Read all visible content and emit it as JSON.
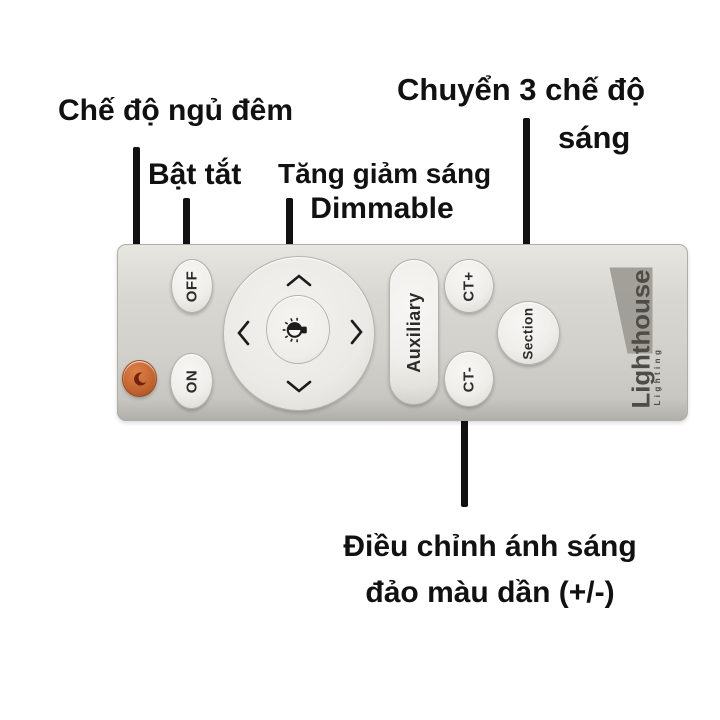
{
  "labels": {
    "sleep": "Chế độ ngủ đêm",
    "power": "Bật tắt",
    "dim_line1": "Tăng giảm sáng",
    "dim_line2": "Dimmable",
    "modes_line1": "Chuyển 3 chế độ",
    "modes_line2": "sáng",
    "ct_line1": "Điều chỉnh ánh sáng",
    "ct_line2": "đảo màu dần (+/-)"
  },
  "remote": {
    "buttons": {
      "off": "OFF",
      "on": "ON",
      "auxiliary": "Auxiliary",
      "ct_plus": "CT+",
      "ct_minus": "CT-",
      "section": "Section"
    },
    "icons": {
      "sleep": "crescent-moon",
      "center": "light-bulb",
      "dpad_up": "chevron-up",
      "dpad_down": "chevron-down",
      "dpad_left": "chevron-left",
      "dpad_right": "chevron-right"
    },
    "brand": {
      "name": "Lighthouse",
      "tagline": "Lighting"
    },
    "colors": {
      "body": "#d6d5d0",
      "button_face": "#efeeea",
      "sleep_button": "#c56631",
      "sleep_icon": "#6e2310",
      "annotation": "#111111",
      "logo_gray": "#9b9992",
      "logo_text": "#4d4c47"
    }
  }
}
